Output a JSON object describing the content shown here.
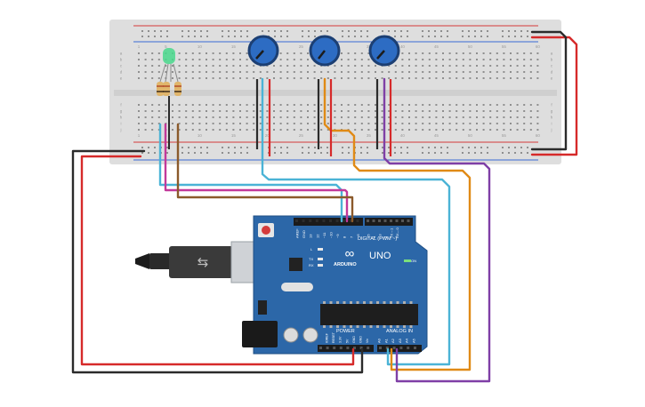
{
  "colors": {
    "breadboard": "#dedede",
    "rail_red": "#d43a3a",
    "rail_blue": "#3a6bd4",
    "board": "#2c67a8",
    "board_dark": "#1f4f85",
    "knob": "#2d6cc3",
    "led": "#49d88c",
    "resistor": "#e0b56b",
    "wire_black": "#2b2b2b",
    "wire_red": "#d62a2a",
    "wire_cyan": "#4bb3d6",
    "wire_magenta": "#c2399a",
    "wire_brown": "#8b5a2b",
    "wire_orange": "#e08a16",
    "wire_purple": "#7f3fa6"
  },
  "breadboard": {
    "col_numbers": [
      "1",
      "5",
      "10",
      "15",
      "20",
      "25",
      "30",
      "35",
      "40",
      "45",
      "50",
      "55",
      "60"
    ],
    "row_letters_top": [
      "a",
      "b",
      "c",
      "d",
      "e"
    ],
    "row_letters_bottom": [
      "f",
      "g",
      "h",
      "i",
      "j"
    ]
  },
  "components": {
    "led": "rgb-led",
    "resistors": 3,
    "potentiometers": 3
  },
  "arduino": {
    "digital_label": "DIGITAL (PWM ~)",
    "uno_label": "UNO",
    "brand_label": "ARDUINO",
    "on_label": "ON",
    "tx_label": "TX",
    "rx_label": "RX",
    "l_label": "L",
    "power_label": "POWER",
    "analog_label": "ANALOG IN",
    "digital_pins": [
      "AREF",
      "GND",
      "13",
      "12",
      "~11",
      "~10",
      "~9",
      "8",
      "7",
      "~6",
      "~5",
      "4",
      "~3",
      "2",
      "TX→1",
      "RX←0"
    ],
    "power_pins": [
      "IOREF",
      "RESET",
      "3.3V",
      "5V",
      "GND",
      "GND",
      "Vin"
    ],
    "analog_pins": [
      "A0",
      "A1",
      "A2",
      "A3",
      "A4",
      "A5"
    ]
  }
}
